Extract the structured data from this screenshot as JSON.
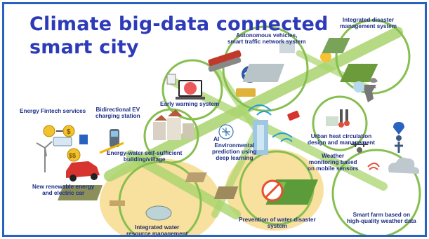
{
  "title": {
    "line1": "Climate big-data connected",
    "line2": "smart city"
  },
  "labels": {
    "integrated_disaster_1": "Integrated disaster",
    "integrated_disaster_2": "management system",
    "autonomous_1": "Autonomous vehicles,",
    "autonomous_2": "smart traffic network system",
    "early_warning": "Early warning system",
    "energy_fintech": "Energy Fintech services",
    "bidirectional_1": "Bidirectional EV",
    "bidirectional_2": "charging station",
    "ai_1": "AI",
    "ai_2": "Environmental",
    "ai_3": "prediction using",
    "ai_4": "deep learning",
    "energy_water_1": "Energy-water self-sufficient",
    "energy_water_2": "building/village",
    "urban_heat_1": "Urban heat circulation",
    "urban_heat_2": "design and management",
    "weather_mon_1": "Weather",
    "weather_mon_2": "monitoring based",
    "weather_mon_3": "on mobile sensors",
    "renewable_1": "New renewable energy",
    "renewable_2": "and electric car",
    "water_resource_1": "Integrated water",
    "water_resource_2": "resource management",
    "water_disaster_1": "Prevention of water disaster",
    "water_disaster_2": "system",
    "smart_farm_1": "Smart farm based on",
    "smart_farm_2": "high-quality weather data"
  },
  "icons": {
    "currency_badge": "$",
    "currency_badge_2": "$$"
  },
  "colors": {
    "frame": "#2a62c2",
    "title": "#2d3bb8",
    "label": "#1f2f86",
    "ring": "#7bb545",
    "road": "#9ccc63",
    "water_highlight": "#f4d27a"
  }
}
